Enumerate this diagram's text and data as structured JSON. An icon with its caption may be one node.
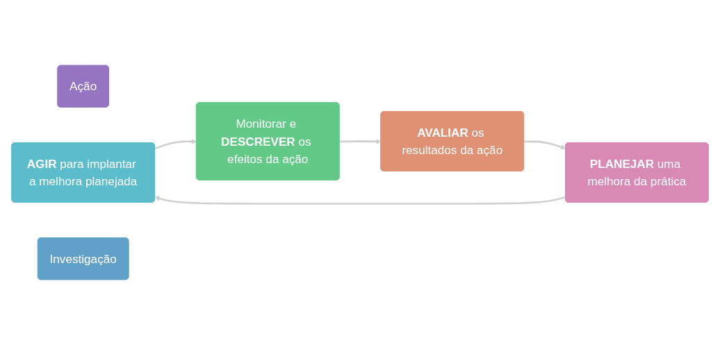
{
  "diagram": {
    "nodes": [
      {
        "text": [
          "Ação"
        ]
      },
      {
        "text": [
          "**AGIR** para implantar a melhora planejada"
        ]
      },
      {
        "text": [
          "**PLANEJAR** uma melhora da prática"
        ]
      },
      {
        "text": [
          "Monitorar e **DESCREVER** os efeitos da ação"
        ]
      },
      {
        "text": [
          "**AVALIAR** os resultados da ação"
        ]
      },
      {
        "text": [
          "Investigação"
        ]
      }
    ],
    "edges": [
      {
        "from": 1,
        "to": 3,
        "arrow": "to"
      },
      {
        "from": 3,
        "to": 4,
        "arrow": "to"
      },
      {
        "from": 4,
        "to": 2,
        "arrow": "to"
      },
      {
        "from": 2,
        "to": 1,
        "arrow": "to"
      }
    ]
  }
}
